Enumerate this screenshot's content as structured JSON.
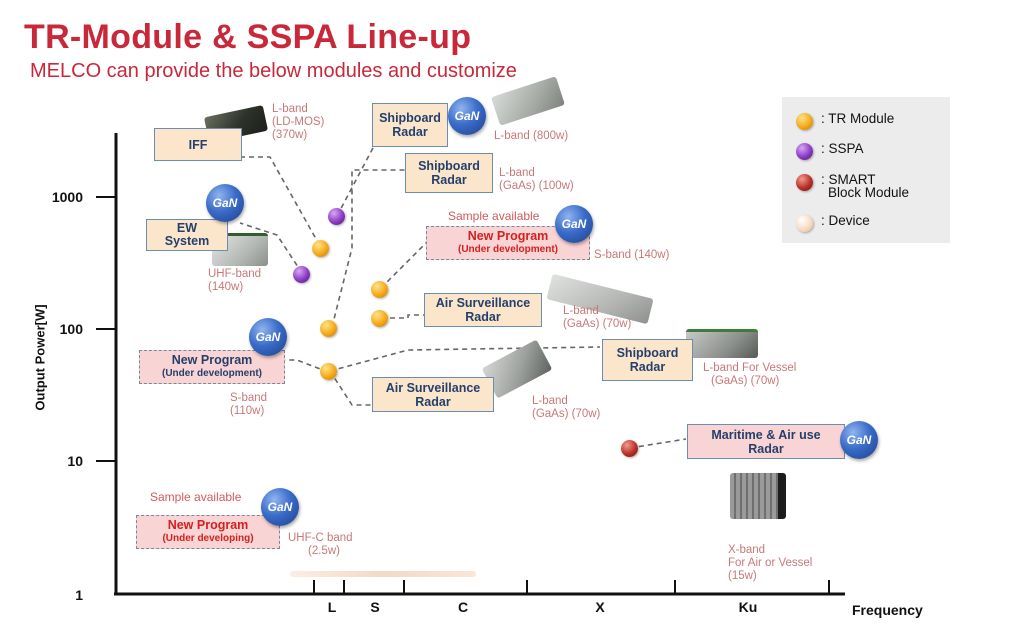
{
  "title": "TR-Module & SSPA Line-up",
  "subtitle": "MELCO can provide the below modules and customize",
  "axes": {
    "ylabel": "Output Power[W]",
    "xlabel": "Frequency",
    "yticks": [
      "1000",
      "100",
      "10",
      "1"
    ],
    "bands": [
      "L",
      "S",
      "C",
      "X",
      "Ku"
    ]
  },
  "gan_label": "GaN",
  "legend": {
    "tr": ": TR Module",
    "sspa": ": SSPA",
    "smart_1": ": SMART",
    "smart_2": "Block Module",
    "device": ": Device"
  },
  "boxes": {
    "iff": "IFF",
    "shipboard_l_1": "Shipboard",
    "shipboard_l_2": "Radar",
    "shipboard_gaas_1": "Shipboard",
    "shipboard_gaas_2": "Radar",
    "ew_1": "EW",
    "ew_2": "System",
    "newprog_s140_1": "New Program",
    "newprog_s140_2": "(Under development)",
    "air_1_1": "Air Surveillance",
    "air_1_2": "Radar",
    "newprog_s110_1": "New Program",
    "newprog_s110_2": "(Under development)",
    "shipboard_vessel_1": "Shipboard",
    "shipboard_vessel_2": "Radar",
    "air_2_1": "Air Surveillance",
    "air_2_2": "Radar",
    "maritime_1": "Maritime & Air use",
    "maritime_2": "Radar",
    "newprog_uhf_1": "New Program",
    "newprog_uhf_2": "(Under developing)"
  },
  "notes": {
    "lband_ldmos_1": "L-band",
    "lband_ldmos_2": "(LD-MOS)",
    "lband_ldmos_3": "(370w)",
    "lband_800": "L-band (800w)",
    "lband_gaas100_1": "L-band",
    "lband_gaas100_2": "(GaAs) (100w)",
    "sample_1": "Sample available",
    "sband_140": "S-band (140w)",
    "uhf_1": "UHF-band",
    "uhf_2": "(140w)",
    "lband_gaas70a_1": "L-band",
    "lband_gaas70a_2": "(GaAs) (70w)",
    "sband_110_1": "S-band",
    "sband_110_2": "(110w)",
    "lband_vessel_1": "L-band For Vessel",
    "lband_vessel_2": "(GaAs) (70w)",
    "lband_gaas70b_1": "L-band",
    "lband_gaas70b_2": "(GaAs) (70w)",
    "sample_2": "Sample available",
    "uhfc_1": "UHF-C band",
    "uhfc_2": "(2.5w)",
    "xband_1": "X-band",
    "xband_2": "For Air or Vessel",
    "xband_3": "(15w)"
  },
  "colors": {
    "title": "#c8283a",
    "tr_module": "#f5a918",
    "sspa": "#8a3bc4",
    "smart": "#b8302a",
    "device": "#f8dcc4",
    "box_fill": "#fbe6cc",
    "new_program_fill": "#f9d4d4",
    "gan_badge": "#3a6cc9"
  }
}
